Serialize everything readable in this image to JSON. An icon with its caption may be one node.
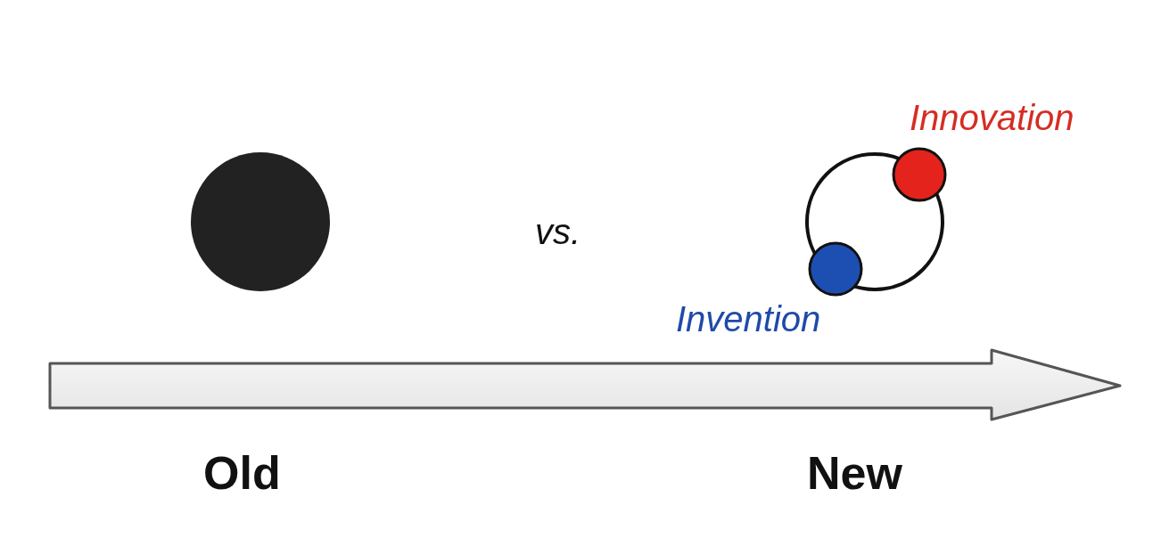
{
  "diagram": {
    "nodes": [
      {
        "text": [],
        "shape": "circle"
      },
      {
        "text": [],
        "shape": "circle"
      },
      {
        "text": [],
        "shape": "circle",
        "beside": [
          "Innovation"
        ]
      },
      {
        "text": [],
        "shape": "circle",
        "beside": [
          "Invention"
        ]
      }
    ],
    "labels": [
      "vs.",
      "Old",
      "New"
    ]
  }
}
